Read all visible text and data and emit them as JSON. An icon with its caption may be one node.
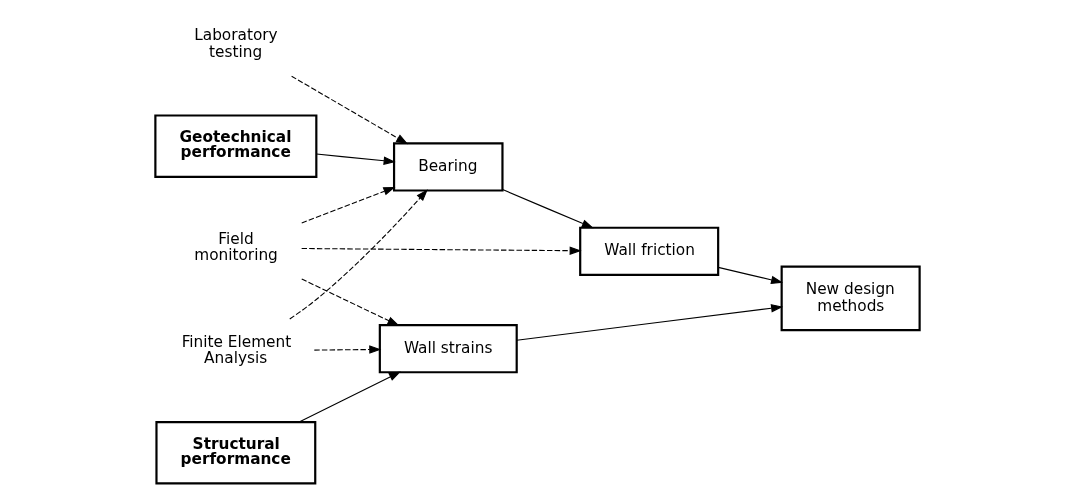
{
  "diagram": {
    "nodes": [
      {
        "text": [
          "Geotechnical performance"
        ]
      },
      {
        "text": [
          "Laboratory testing"
        ]
      },
      {
        "text": [
          "Bearing"
        ]
      },
      {
        "text": [
          "Wall friction"
        ]
      },
      {
        "text": [
          "New design methods"
        ]
      },
      {
        "text": [
          "Finite Element Analysis"
        ]
      },
      {
        "text": [
          "Field monitoring"
        ]
      },
      {
        "text": [
          "Structural performance"
        ]
      },
      {
        "text": [
          "Wall strains"
        ]
      }
    ],
    "edges": [
      {
        "from": 0,
        "to": 2,
        "arrow": "to"
      },
      {
        "from": 1,
        "to": 2,
        "arrow": "to",
        "style": "dashed"
      },
      {
        "from": 2,
        "to": 3,
        "arrow": "to"
      },
      {
        "from": 3,
        "to": 4,
        "arrow": "to"
      },
      {
        "from": 5,
        "to": 2,
        "arrow": "to",
        "style": "dashed"
      },
      {
        "from": 6,
        "to": 2,
        "arrow": "to",
        "style": "dashed"
      },
      {
        "from": 6,
        "to": 3,
        "arrow": "to",
        "style": "dashed"
      },
      {
        "from": 5,
        "to": 8,
        "arrow": "to",
        "style": "dashed"
      },
      {
        "from": 6,
        "to": 8,
        "arrow": "to",
        "style": "dashed"
      },
      {
        "from": 7,
        "to": 8,
        "arrow": "to"
      },
      {
        "from": 8,
        "to": 4,
        "arrow": "to"
      }
    ]
  }
}
